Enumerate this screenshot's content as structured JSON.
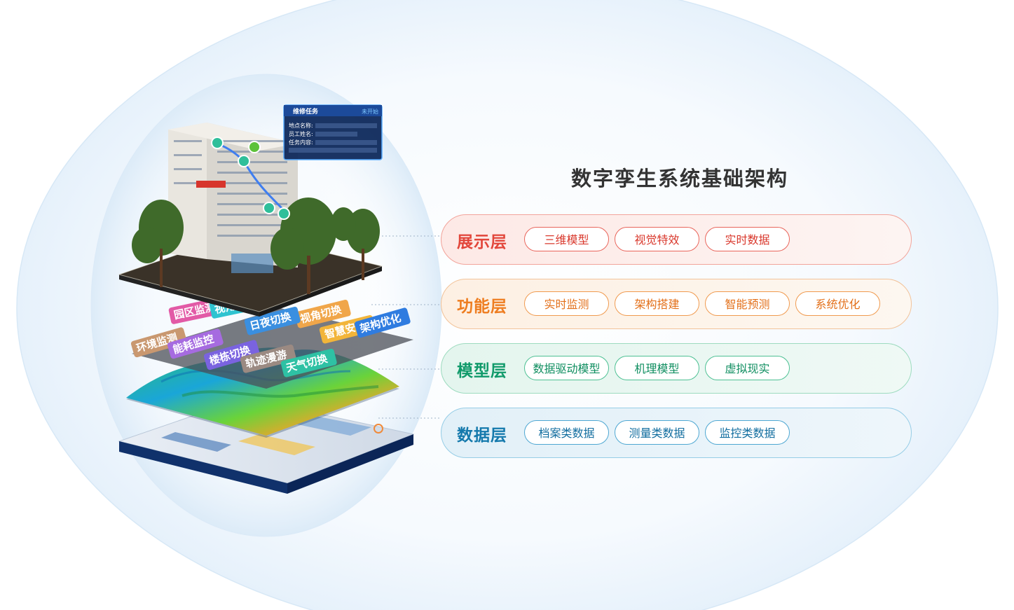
{
  "title": "数字孪生系统基础架构",
  "layers": [
    {
      "name": "展示层",
      "items": [
        "三维模型",
        "视觉特效",
        "实时数据"
      ]
    },
    {
      "name": "功能层",
      "items": [
        "实时监测",
        "架构搭建",
        "智能预测",
        "系统优化"
      ]
    },
    {
      "name": "模型层",
      "items": [
        "数据驱动模型",
        "机理模型",
        "虚拟现实"
      ]
    },
    {
      "name": "数据层",
      "items": [
        "档案类数据",
        "测量类数据",
        "监控类数据"
      ]
    }
  ],
  "illustration": {
    "popup": {
      "title": "维修任务",
      "status": "未开始",
      "fields": [
        "地点名称:",
        "员工姓名:",
        "任务内容:"
      ]
    },
    "function_tags": [
      "园区监测",
      "视角旋转",
      "视角切换",
      "日夜切换",
      "环境监测",
      "能耗监控",
      "楼栋切换",
      "轨迹漫游",
      "天气切换",
      "智慧安防",
      "架构优化"
    ]
  },
  "colors": {
    "display": "#e2463a",
    "function": "#ee7d20",
    "model": "#109a6a",
    "data": "#1479ac"
  }
}
